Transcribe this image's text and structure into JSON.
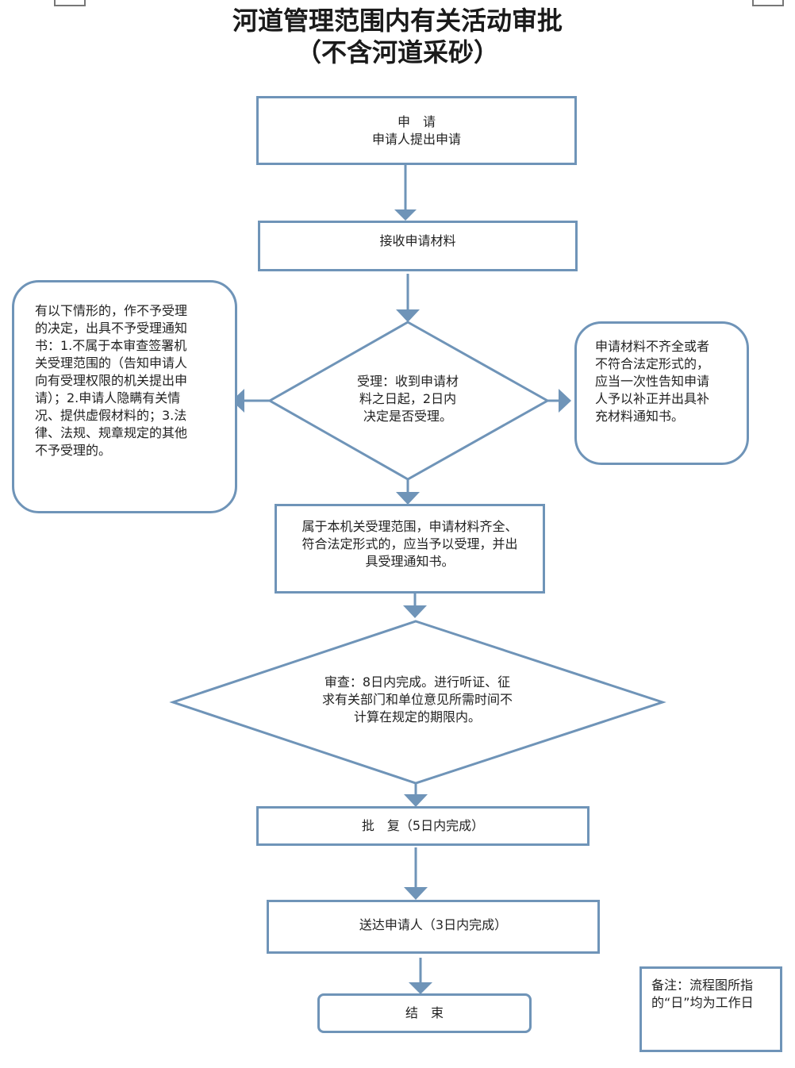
{
  "title": {
    "line1": "河道管理范围内有关活动审批",
    "line2": "（不含河道采砂）"
  },
  "nodes": {
    "apply_title": "申　请",
    "apply_sub": "申请人提出申请",
    "receive": "接收申请材料",
    "decision": [
      "受理：收到申请材",
      "料之日起，2日内",
      "决定是否受理。"
    ],
    "reject": [
      "有以下情形的，作不予受理",
      "的决定，出具不予受理通知",
      "书：1.不属于本审查签署机",
      "关受理范围的（告知申请人",
      "向有受理权限的机关提出申",
      "请）；2.申请人隐瞒有关情",
      "况、提供虚假材料的；3.法",
      "律、法规、规章规定的其他",
      "不予受理的。"
    ],
    "supplement": [
      "申请材料不齐全或者",
      "不符合法定形式的，",
      "应当一次性告知申请",
      "人予以补正并出具补",
      "充材料通知书。"
    ],
    "accept": [
      "属于本机关受理范围，申请材料齐全、",
      "符合法定形式的，应当予以受理，并出",
      "具受理通知书。"
    ],
    "review": [
      "审查：8日内完成。进行听证、征",
      "求有关部门和单位意见所需时间不",
      "计算在规定的期限内。"
    ],
    "approve": "批　复（5日内完成）",
    "deliver": "送达申请人（3日内完成）",
    "end": "结　束"
  },
  "note": [
    "备注：流程图所指",
    "的“日”均为工作日"
  ],
  "colors": {
    "stroke": "#6f94b8",
    "text": "#222222"
  }
}
